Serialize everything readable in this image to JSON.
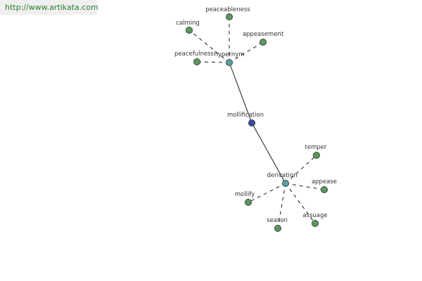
{
  "watermark": {
    "url": "http://www.artikata.com"
  },
  "colors": {
    "leaf_node": "#5a965a",
    "relation_node": "#5aa0a0",
    "center_node": "#3a4aa0",
    "edge": "#000000"
  },
  "graph": {
    "center": "mollification",
    "relations": [
      {
        "label": "hypernym",
        "terms": [
          "peaceableness",
          "calming",
          "appeasement",
          "peacefulness"
        ]
      },
      {
        "label": "derivation",
        "terms": [
          "temper",
          "appease",
          "mollify",
          "season",
          "assuage"
        ]
      }
    ]
  }
}
